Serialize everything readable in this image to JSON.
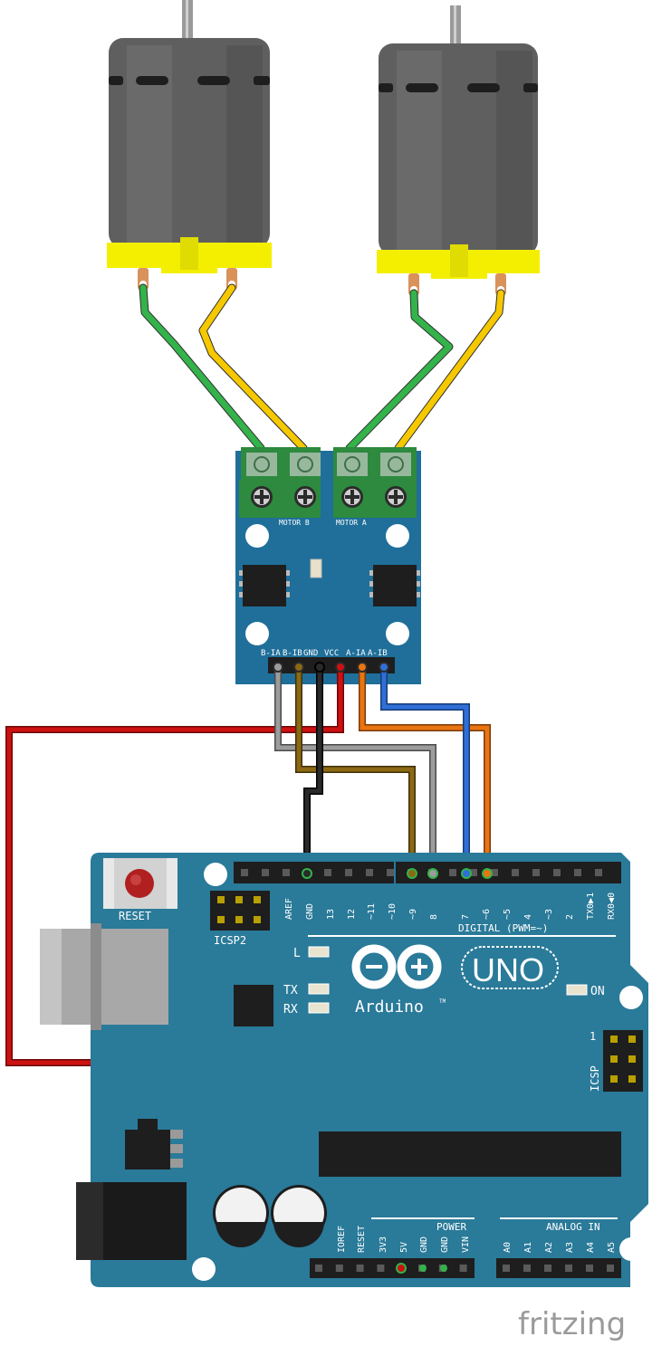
{
  "driver": {
    "motor_b_label": "MOTOR B",
    "motor_a_label": "MOTOR A",
    "pins": [
      "B-IA",
      "B-IB",
      "GND",
      "VCC",
      "A-IA",
      "A-IB"
    ]
  },
  "arduino": {
    "reset_label": "RESET",
    "icsp2_label": "ICSP2",
    "icsp_label": "ICSP",
    "icsp_pin1": "1",
    "brand": "Arduino",
    "tm": "TM",
    "model": "UNO",
    "led_l": "L",
    "led_tx": "TX",
    "led_rx": "RX",
    "led_on": "ON",
    "digital_label": "DIGITAL (PWM=~)",
    "digital_pins": [
      "AREF",
      "GND",
      "13",
      "12",
      "~11",
      "~10",
      "~9",
      "8",
      "7",
      "~6",
      "~5",
      "4",
      "~3",
      "2",
      "TX0▶1",
      "RX0◀0"
    ],
    "power_label": "POWER",
    "power_pins": [
      "IOREF",
      "RESET",
      "3V3",
      "5V",
      "GND",
      "GND",
      "VIN"
    ],
    "analog_label": "ANALOG IN",
    "analog_pins": [
      "A0",
      "A1",
      "A2",
      "A3",
      "A4",
      "A5"
    ]
  },
  "watermark": "fritzing",
  "colors": {
    "board": "#2a7a99",
    "driver_board": "#1f6f9a",
    "motor_body": "#5f5f5f",
    "motor_cap": "#f4ef00",
    "terminal": "#2d8a3e",
    "wire_red": "#cc1111",
    "wire_green": "#33b34a",
    "wire_yellow": "#f5c800",
    "wire_gray": "#8c8c8c",
    "wire_brown": "#8b6914",
    "wire_black": "#1a1a1a",
    "wire_orange": "#e87511",
    "wire_blue": "#2f6fd6"
  }
}
